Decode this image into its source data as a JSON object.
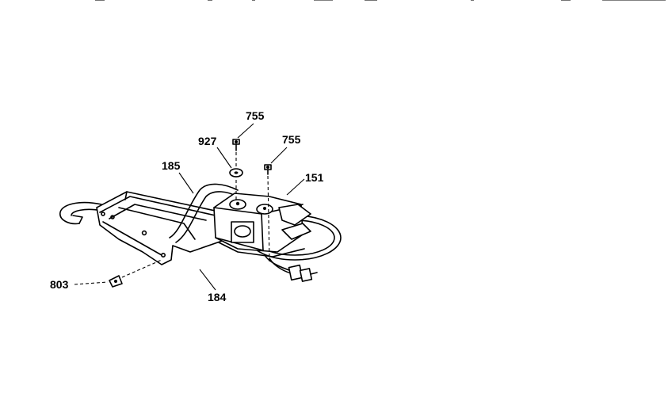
{
  "diagram": {
    "parts": [
      {
        "id": "p755a",
        "label": "755"
      },
      {
        "id": "p927",
        "label": "927"
      },
      {
        "id": "p755b",
        "label": "755"
      },
      {
        "id": "p185",
        "label": "185"
      },
      {
        "id": "p151",
        "label": "151"
      },
      {
        "id": "p803",
        "label": "803"
      },
      {
        "id": "p184",
        "label": "184"
      }
    ]
  }
}
